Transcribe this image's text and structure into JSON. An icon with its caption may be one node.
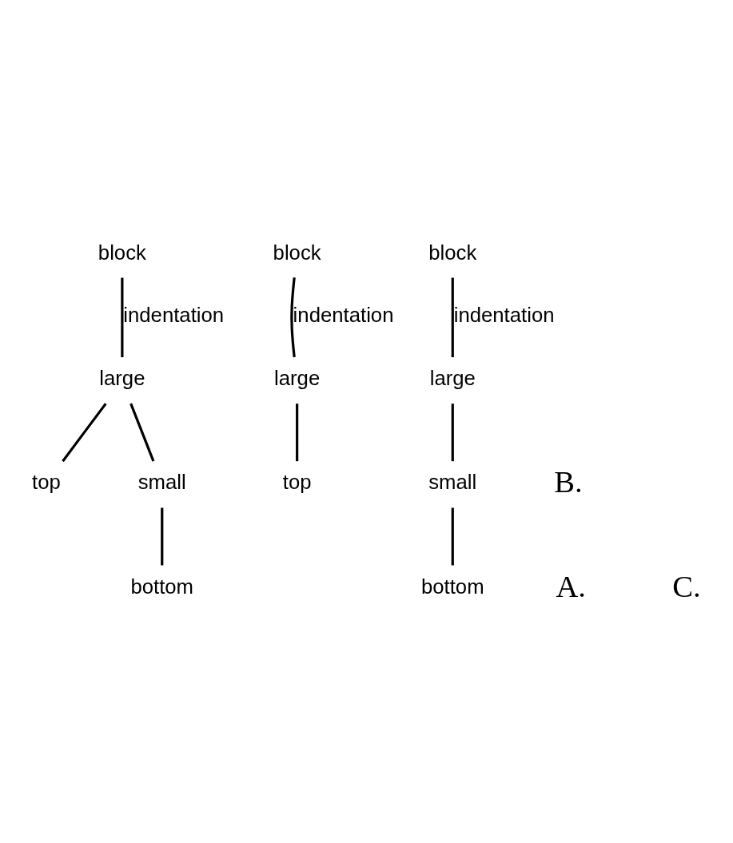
{
  "diagram": {
    "nodes": [
      {
        "text": [
          "block"
        ]
      },
      {
        "text": [
          "large"
        ]
      },
      {
        "text": [
          "top"
        ]
      },
      {
        "text": [
          "small"
        ]
      },
      {
        "text": [
          "bottom"
        ]
      },
      {
        "text": [
          "block"
        ]
      },
      {
        "text": [
          "large"
        ]
      },
      {
        "text": [
          "top"
        ]
      },
      {
        "text": [
          "block"
        ]
      },
      {
        "text": [
          "large"
        ]
      },
      {
        "text": [
          "small"
        ]
      },
      {
        "text": [
          "bottom"
        ]
      }
    ],
    "edges": [
      {
        "from": 0,
        "to": 1,
        "arrow": "none",
        "label": "indentation"
      },
      {
        "from": 1,
        "to": 2,
        "arrow": "none"
      },
      {
        "from": 1,
        "to": 3,
        "arrow": "none"
      },
      {
        "from": 3,
        "to": 4,
        "arrow": "none"
      },
      {
        "from": 5,
        "to": 6,
        "arrow": "none",
        "label": "indentation"
      },
      {
        "from": 6,
        "to": 7,
        "arrow": "none"
      },
      {
        "from": 8,
        "to": 9,
        "arrow": "none",
        "label": "indentation"
      },
      {
        "from": 9,
        "to": 10,
        "arrow": "none"
      },
      {
        "from": 10,
        "to": 11,
        "arrow": "none"
      }
    ],
    "labels": [
      "A.",
      "B.",
      "C."
    ]
  }
}
